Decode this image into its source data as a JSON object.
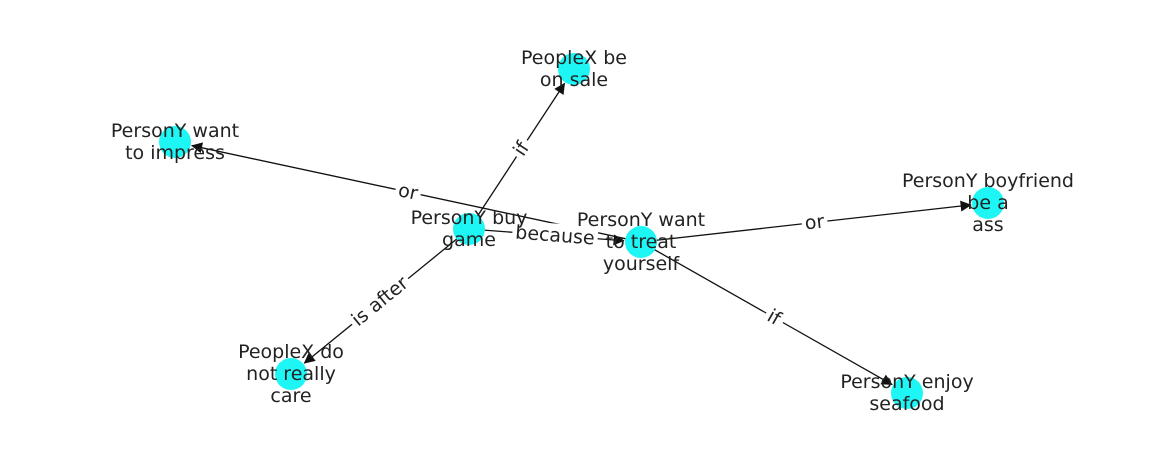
{
  "colors": {
    "node": "#1ef6f6",
    "edge": "#111111",
    "text": "#222222",
    "background": "#ffffff"
  },
  "nodes": [
    {
      "id": "buy_game",
      "lines": [
        "PersonY buy",
        "game"
      ]
    },
    {
      "id": "on_sale",
      "lines": [
        "PeopleX be",
        "on sale"
      ]
    },
    {
      "id": "impress",
      "lines": [
        "PersonY want",
        "to impress"
      ]
    },
    {
      "id": "treat",
      "lines": [
        "PersonY want",
        "to treat",
        "yourself"
      ]
    },
    {
      "id": "boyfriend",
      "lines": [
        "PersonY boyfriend",
        "be a",
        "ass"
      ]
    },
    {
      "id": "not_care",
      "lines": [
        "PeopleX do",
        "not really",
        "care"
      ]
    },
    {
      "id": "seafood",
      "lines": [
        "PersonY enjoy",
        "seafood"
      ]
    }
  ],
  "edges": [
    {
      "from": "buy_game",
      "to": "on_sale",
      "label": "if"
    },
    {
      "from": "treat",
      "to": "impress",
      "label": "or"
    },
    {
      "from": "buy_game",
      "to": "treat",
      "label": "because"
    },
    {
      "from": "treat",
      "to": "boyfriend",
      "label": "or"
    },
    {
      "from": "buy_game",
      "to": "not_care",
      "label": "is after"
    },
    {
      "from": "treat",
      "to": "seafood",
      "label": "if"
    }
  ]
}
